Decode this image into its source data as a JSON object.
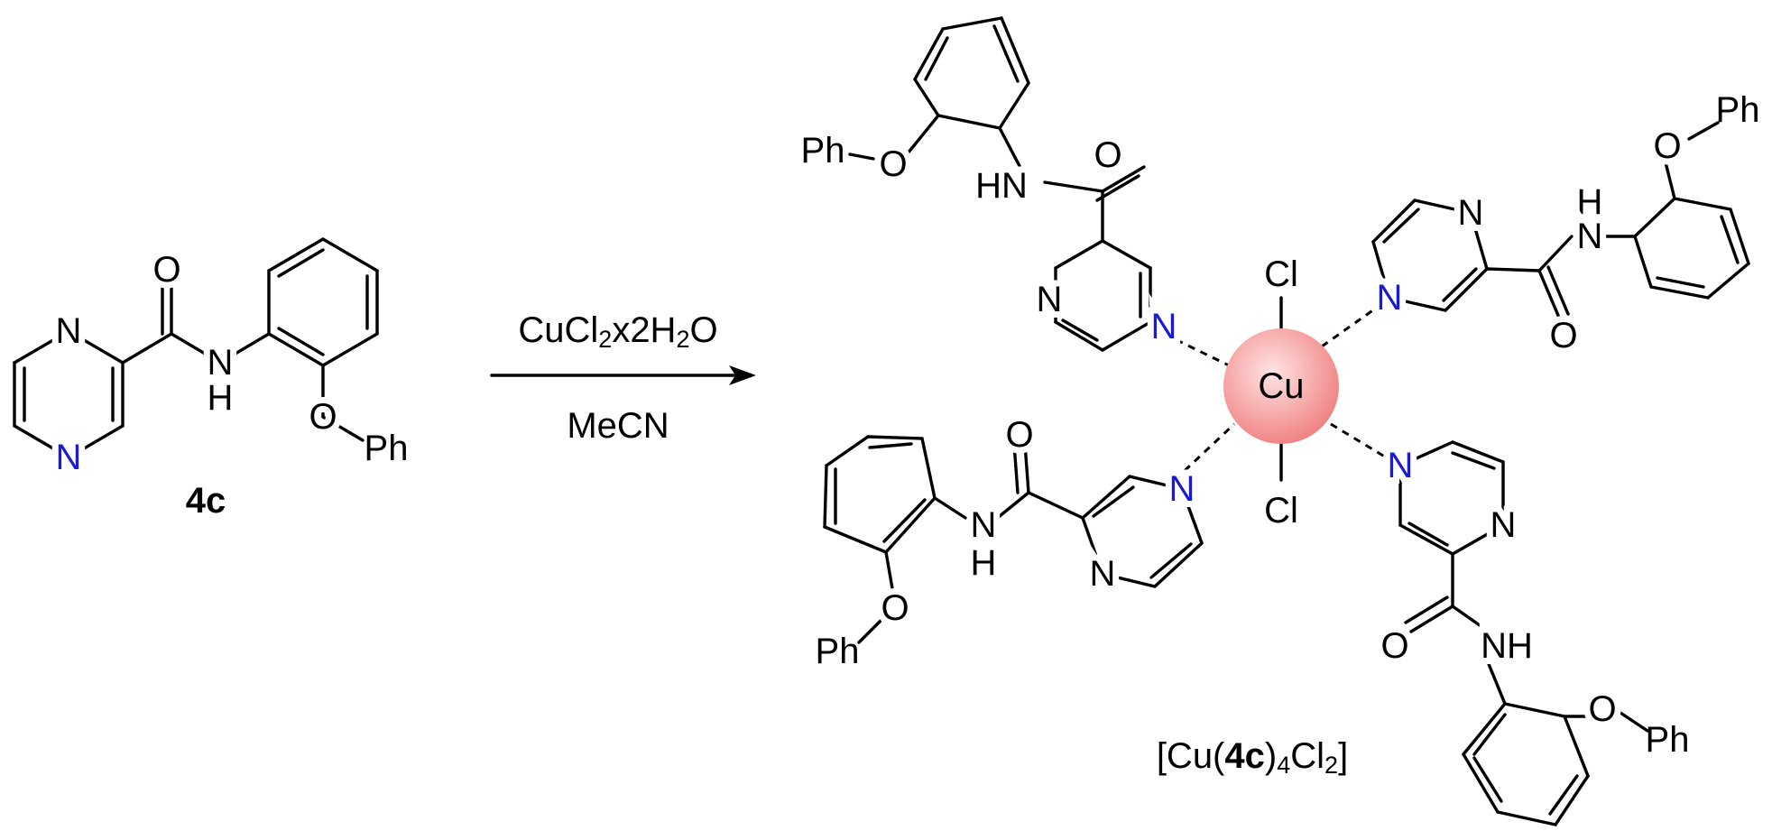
{
  "scheme": {
    "reactant_label": "4c",
    "reagent": {
      "main": "CuCl",
      "sub1": "2",
      "mid": "x2H",
      "sub2": "2",
      "end": "O"
    },
    "solvent": "MeCN",
    "product_label": {
      "open": "[Cu(",
      "bold": "4c",
      "close": ")",
      "sub1": "4",
      "cl": "Cl",
      "sub2": "2",
      "end": "]"
    },
    "metal": "Cu",
    "axial_ligand": "Cl",
    "atoms": {
      "nitrogen": "N",
      "oxygen": "O",
      "nh": "NH",
      "hn": "HN",
      "h": "H",
      "phenyl": "Ph"
    }
  },
  "colors": {
    "nitrogen": "#1a1ad6",
    "bond": "#000000",
    "metal_center": "#f08080",
    "metal_highlight": "#ffe4e4"
  }
}
